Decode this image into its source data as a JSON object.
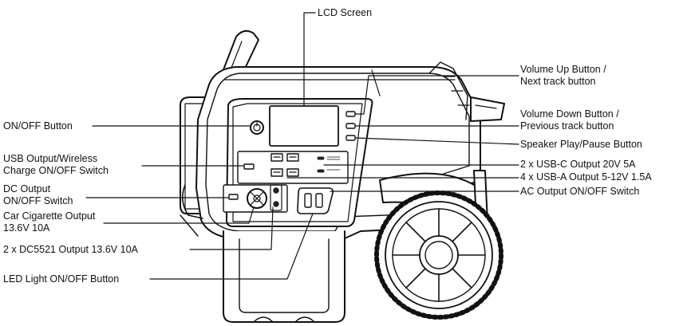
{
  "colors": {
    "line": "#111111",
    "fill": "#ffffff",
    "dark": "#222222"
  },
  "callouts": {
    "lcd_screen": "LCD Screen",
    "volume_up_1": "Volume Up Button /",
    "volume_up_2": "Next track button",
    "onoff_button": "ON/OFF Button",
    "volume_down_1": "Volume Down Button /",
    "volume_down_2": "Previous track button",
    "speaker_play": "Speaker Play/Pause Button",
    "usb_wireless_1": "USB Output/Wireless",
    "usb_wireless_2": "Charge ON/OFF Switch",
    "usbc_output": "2 x USB-C Output 20V 5A",
    "dc_output_1": "DC Output",
    "dc_output_2": "ON/OFF Switch",
    "usba_output": "4 x USB-A Output 5-12V 1.5A",
    "ac_switch": "AC Output ON/OFF Switch",
    "car_cig_1": "Car Cigarette Output",
    "car_cig_2": "13.6V 10A",
    "dc5521": "2 x DC5521 Output 13.6V 10A",
    "led_light": "LED Light ON/OFF Button"
  }
}
